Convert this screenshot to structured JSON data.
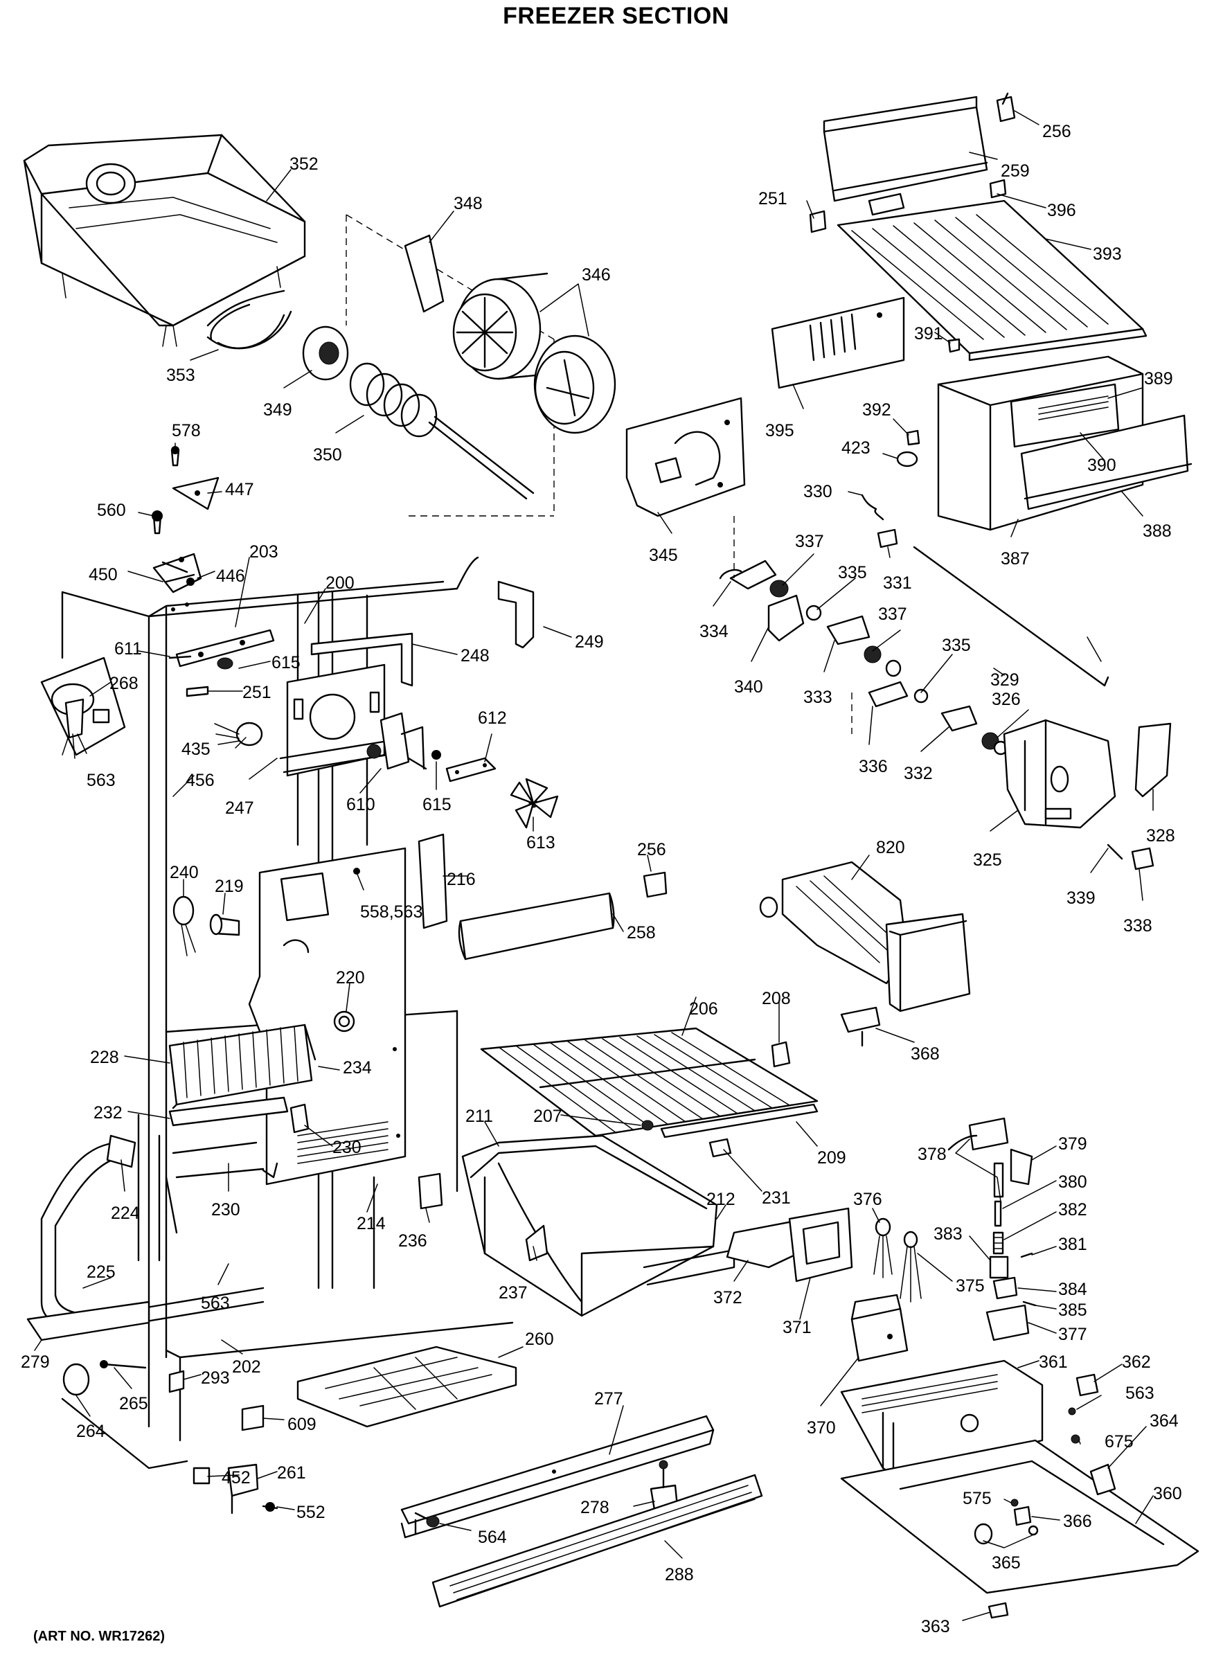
{
  "title": "FREEZER SECTION",
  "art_number": "(ART NO. WR17262)",
  "part_labels": [
    {
      "id": "352",
      "text": "352"
    },
    {
      "id": "348",
      "text": "348"
    },
    {
      "id": "346",
      "text": "346"
    },
    {
      "id": "353",
      "text": "353"
    },
    {
      "id": "349",
      "text": "349"
    },
    {
      "id": "350",
      "text": "350"
    },
    {
      "id": "345",
      "text": "345"
    },
    {
      "id": "578",
      "text": "578"
    },
    {
      "id": "447",
      "text": "447"
    },
    {
      "id": "560",
      "text": "560"
    },
    {
      "id": "450",
      "text": "450"
    },
    {
      "id": "446",
      "text": "446"
    },
    {
      "id": "203",
      "text": "203"
    },
    {
      "id": "200",
      "text": "200"
    },
    {
      "id": "249",
      "text": "249"
    },
    {
      "id": "611",
      "text": "611"
    },
    {
      "id": "615a",
      "text": "615"
    },
    {
      "id": "248",
      "text": "248"
    },
    {
      "id": "268",
      "text": "268"
    },
    {
      "id": "251b",
      "text": "251"
    },
    {
      "id": "563a",
      "text": "563"
    },
    {
      "id": "435",
      "text": "435"
    },
    {
      "id": "456",
      "text": "456"
    },
    {
      "id": "247",
      "text": "247"
    },
    {
      "id": "610",
      "text": "610"
    },
    {
      "id": "615b",
      "text": "615"
    },
    {
      "id": "612",
      "text": "612"
    },
    {
      "id": "613",
      "text": "613"
    },
    {
      "id": "240",
      "text": "240"
    },
    {
      "id": "219",
      "text": "219"
    },
    {
      "id": "558",
      "text": "558,563"
    },
    {
      "id": "216",
      "text": "216"
    },
    {
      "id": "256b",
      "text": "256"
    },
    {
      "id": "258",
      "text": "258"
    },
    {
      "id": "220",
      "text": "220"
    },
    {
      "id": "228",
      "text": "228"
    },
    {
      "id": "234",
      "text": "234"
    },
    {
      "id": "232",
      "text": "232"
    },
    {
      "id": "230a",
      "text": "230"
    },
    {
      "id": "230b",
      "text": "230"
    },
    {
      "id": "224",
      "text": "224"
    },
    {
      "id": "214",
      "text": "214"
    },
    {
      "id": "236",
      "text": "236"
    },
    {
      "id": "225",
      "text": "225"
    },
    {
      "id": "563b",
      "text": "563"
    },
    {
      "id": "206",
      "text": "206"
    },
    {
      "id": "208",
      "text": "208"
    },
    {
      "id": "207",
      "text": "207"
    },
    {
      "id": "209",
      "text": "209"
    },
    {
      "id": "211",
      "text": "211"
    },
    {
      "id": "231",
      "text": "231"
    },
    {
      "id": "212",
      "text": "212"
    },
    {
      "id": "237",
      "text": "237"
    },
    {
      "id": "372",
      "text": "372"
    },
    {
      "id": "260",
      "text": "260"
    },
    {
      "id": "279",
      "text": "279"
    },
    {
      "id": "293",
      "text": "293"
    },
    {
      "id": "202",
      "text": "202"
    },
    {
      "id": "265",
      "text": "265"
    },
    {
      "id": "264",
      "text": "264"
    },
    {
      "id": "609",
      "text": "609"
    },
    {
      "id": "452",
      "text": "452"
    },
    {
      "id": "261",
      "text": "261"
    },
    {
      "id": "552",
      "text": "552"
    },
    {
      "id": "277",
      "text": "277"
    },
    {
      "id": "278",
      "text": "278"
    },
    {
      "id": "564",
      "text": "564"
    },
    {
      "id": "288",
      "text": "288"
    },
    {
      "id": "256a",
      "text": "256"
    },
    {
      "id": "259",
      "text": "259"
    },
    {
      "id": "251a",
      "text": "251"
    },
    {
      "id": "396",
      "text": "396"
    },
    {
      "id": "393",
      "text": "393"
    },
    {
      "id": "391",
      "text": "391"
    },
    {
      "id": "389",
      "text": "389"
    },
    {
      "id": "395",
      "text": "395"
    },
    {
      "id": "392",
      "text": "392"
    },
    {
      "id": "423",
      "text": "423"
    },
    {
      "id": "390",
      "text": "390"
    },
    {
      "id": "388",
      "text": "388"
    },
    {
      "id": "387",
      "text": "387"
    },
    {
      "id": "330",
      "text": "330"
    },
    {
      "id": "331",
      "text": "331"
    },
    {
      "id": "337a",
      "text": "337"
    },
    {
      "id": "335a",
      "text": "335"
    },
    {
      "id": "334",
      "text": "334"
    },
    {
      "id": "340",
      "text": "340"
    },
    {
      "id": "333",
      "text": "333"
    },
    {
      "id": "337b",
      "text": "337"
    },
    {
      "id": "335b",
      "text": "335"
    },
    {
      "id": "329",
      "text": "329"
    },
    {
      "id": "326",
      "text": "326"
    },
    {
      "id": "336",
      "text": "336"
    },
    {
      "id": "332",
      "text": "332"
    },
    {
      "id": "325",
      "text": "325"
    },
    {
      "id": "328",
      "text": "328"
    },
    {
      "id": "339",
      "text": "339"
    },
    {
      "id": "338",
      "text": "338"
    },
    {
      "id": "820",
      "text": "820"
    },
    {
      "id": "368",
      "text": "368"
    },
    {
      "id": "378",
      "text": "378"
    },
    {
      "id": "379",
      "text": "379"
    },
    {
      "id": "380",
      "text": "380"
    },
    {
      "id": "382",
      "text": "382"
    },
    {
      "id": "376",
      "text": "376"
    },
    {
      "id": "383",
      "text": "383"
    },
    {
      "id": "381",
      "text": "381"
    },
    {
      "id": "375",
      "text": "375"
    },
    {
      "id": "384",
      "text": "384"
    },
    {
      "id": "385",
      "text": "385"
    },
    {
      "id": "377",
      "text": "377"
    },
    {
      "id": "371",
      "text": "371"
    },
    {
      "id": "361",
      "text": "361"
    },
    {
      "id": "362",
      "text": "362"
    },
    {
      "id": "563c",
      "text": "563"
    },
    {
      "id": "370",
      "text": "370"
    },
    {
      "id": "675",
      "text": "675"
    },
    {
      "id": "364",
      "text": "364"
    },
    {
      "id": "360",
      "text": "360"
    },
    {
      "id": "575",
      "text": "575"
    },
    {
      "id": "366",
      "text": "366"
    },
    {
      "id": "365",
      "text": "365"
    },
    {
      "id": "363",
      "text": "363"
    }
  ]
}
